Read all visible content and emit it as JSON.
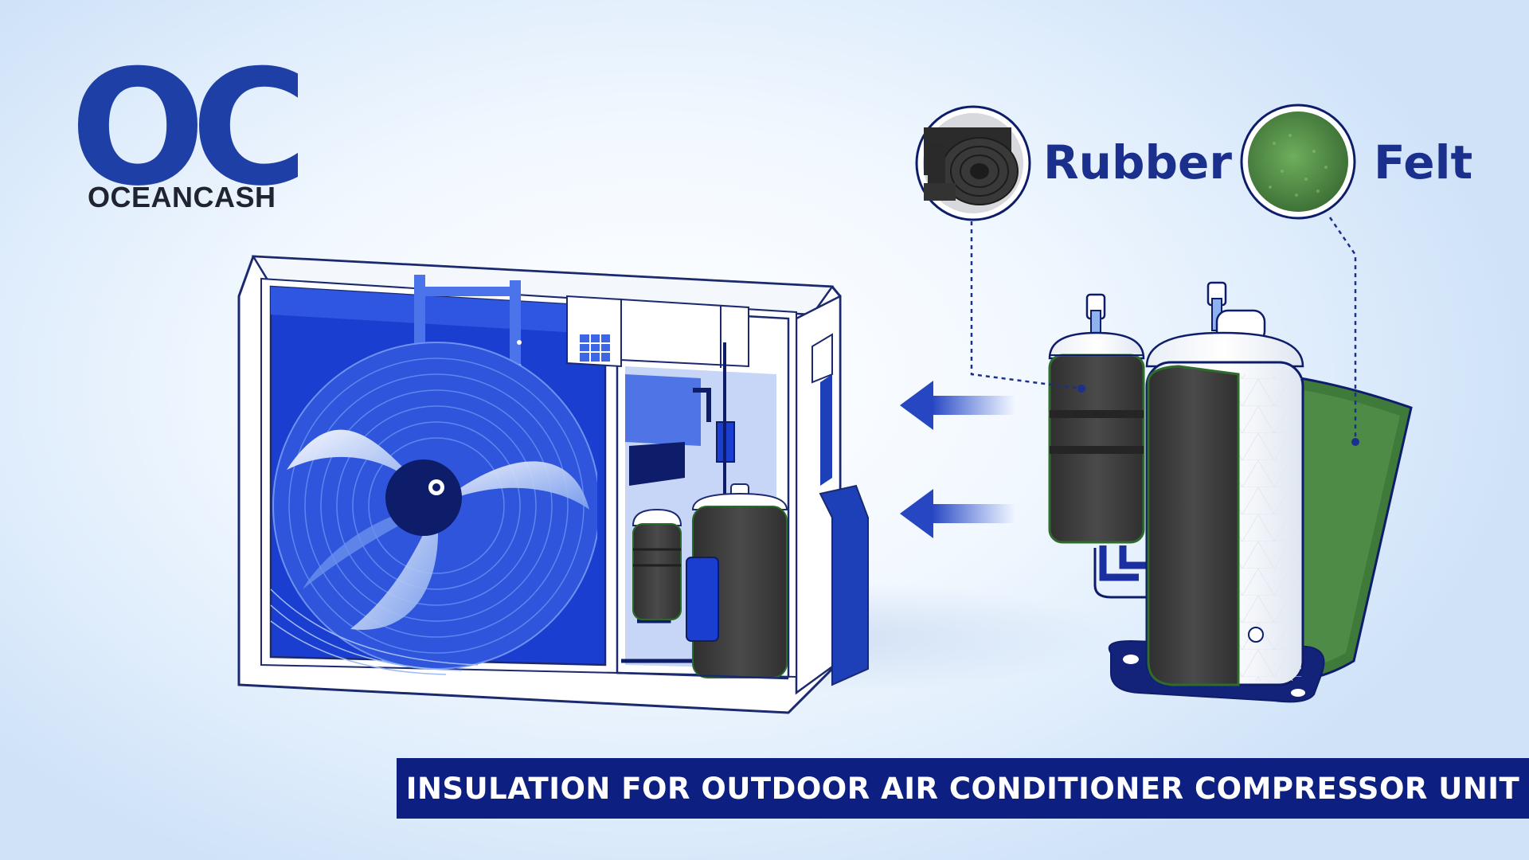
{
  "logo": {
    "mark": "OC",
    "wordmark": "OCEANCASH"
  },
  "materials": [
    {
      "label": "Rubber",
      "icon": "rubber-roll-icon"
    },
    {
      "label": "Felt",
      "icon": "felt-swatch-icon"
    }
  ],
  "banner": {
    "text": "INSULATION FOR OUTDOOR AIR CONDITIONER COMPRESSOR UNIT"
  },
  "colors": {
    "brand_blue": "#1e3fa6",
    "banner_navy": "#0d1f80",
    "unit_blue": "#1a3fd0",
    "rubber_gray": "#3e3e3e",
    "felt_green": "#3f7a3a"
  }
}
